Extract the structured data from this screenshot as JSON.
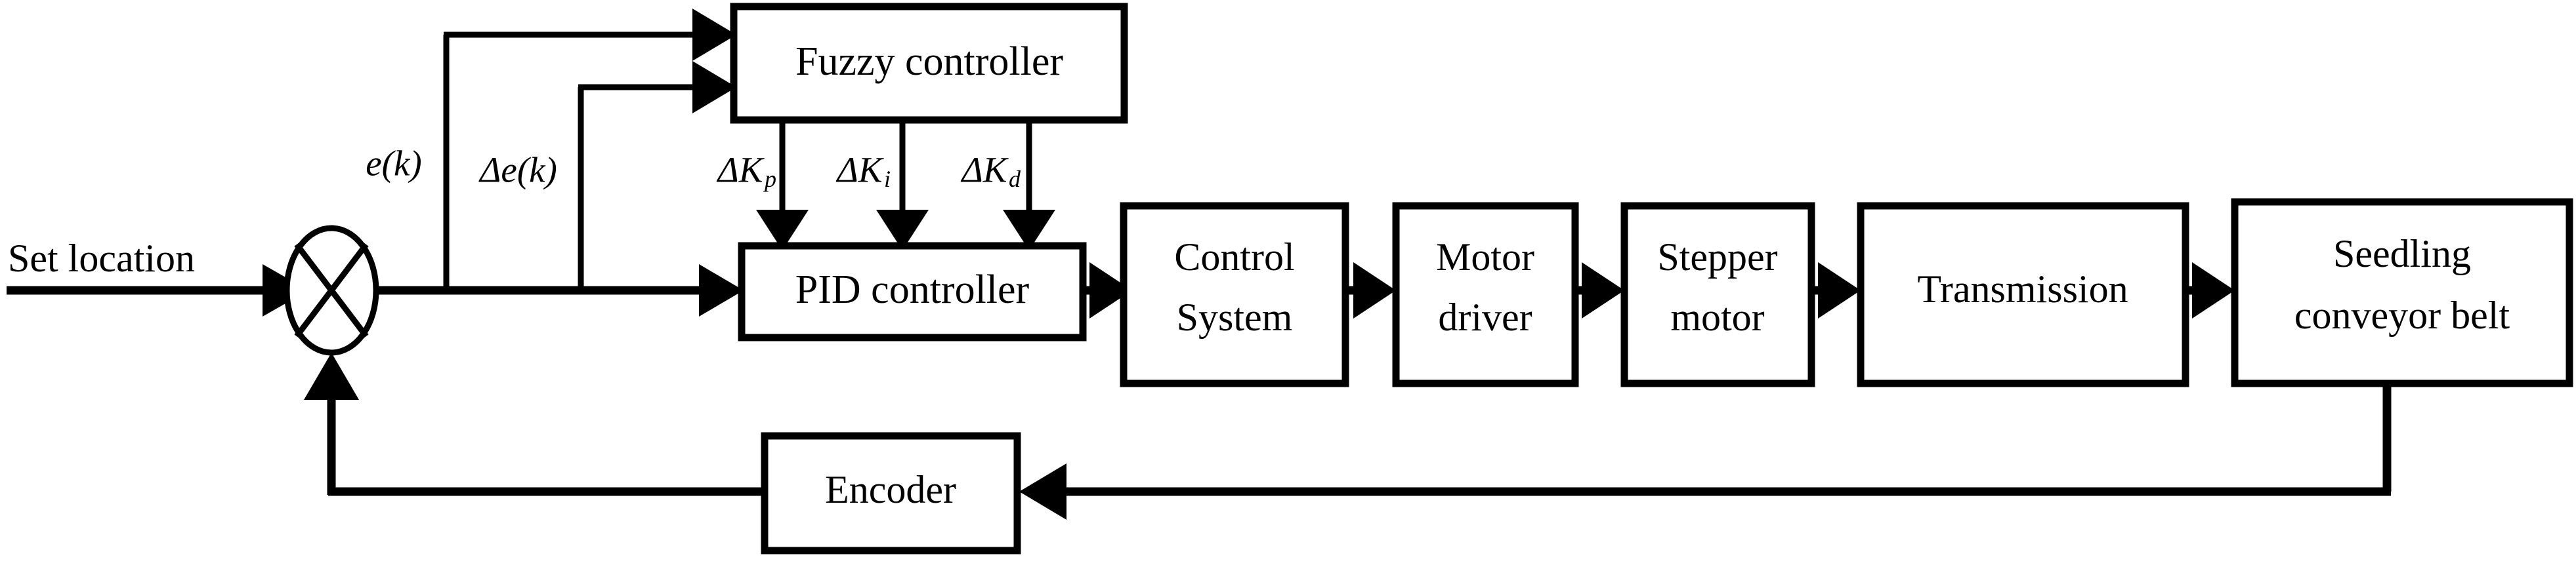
{
  "diagram": {
    "title": "Fuzzy PID control block diagram for seedling conveyor belt",
    "type": "control-system-block-diagram",
    "background_color": "#ffffff",
    "line_color": "#000000",
    "blocks": {
      "fuzzy_controller": {
        "label": "Fuzzy controller"
      },
      "pid_controller": {
        "label": "PID controller"
      },
      "control_system": {
        "label_line1": "Control",
        "label_line2": "System"
      },
      "motor_driver": {
        "label_line1": "Motor",
        "label_line2": "driver"
      },
      "stepper_motor": {
        "label_line1": "Stepper",
        "label_line2": "motor"
      },
      "transmission": {
        "label": "Transmission"
      },
      "seedling_conveyor_belt": {
        "label_line1": "Seedling",
        "label_line2": "conveyor belt"
      },
      "encoder": {
        "label": "Encoder"
      }
    },
    "signals": {
      "set_location": "Set location",
      "error": "e(k)",
      "error_delta": "Δe(k)",
      "delta_kp_base": "ΔK",
      "delta_kp_sub": "p",
      "delta_ki_base": "ΔK",
      "delta_ki_sub": "i",
      "delta_kd_base": "ΔK",
      "delta_kd_sub": "d"
    },
    "summing_junction": {
      "name": "summing-junction",
      "shape": "ellipse-with-cross"
    }
  }
}
